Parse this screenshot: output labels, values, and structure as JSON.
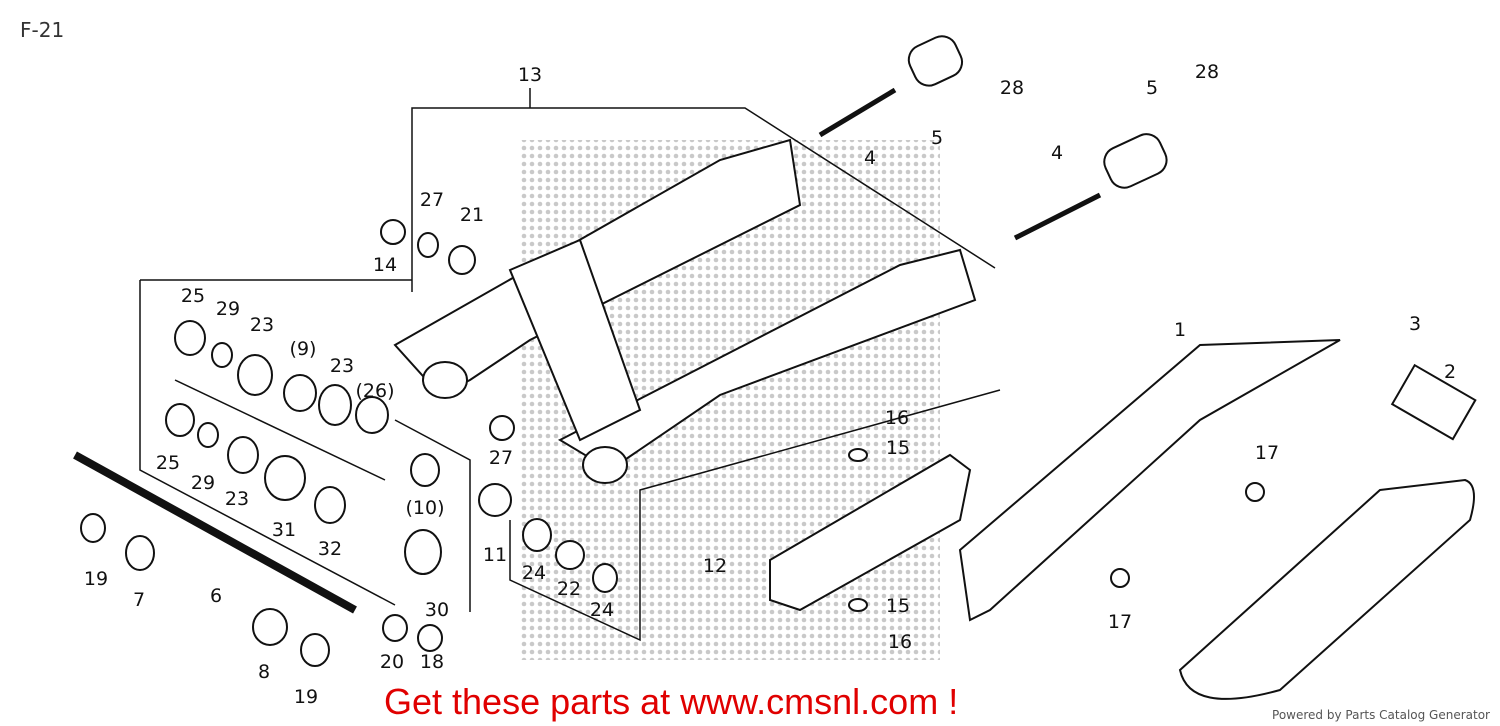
{
  "page_title": "F-21",
  "labels": [
    "13",
    "28",
    "28",
    "5",
    "5",
    "4",
    "4",
    "27",
    "21",
    "14",
    "25",
    "29",
    "23",
    "(9)",
    "23",
    "(26)",
    "1",
    "3",
    "2",
    "16",
    "15",
    "27",
    "25",
    "29",
    "23",
    "31",
    "32",
    "(10)",
    "11",
    "17",
    "24",
    "22",
    "24",
    "12",
    "15",
    "16",
    "17",
    "19",
    "7",
    "6",
    "30",
    "8",
    "19",
    "20",
    "18"
  ],
  "banner": "Get these parts at www.cmsnl.com !",
  "powered_by": "Powered by Parts Catalog Generator",
  "colors": {
    "banner": "#e00000",
    "line": "#111111"
  }
}
